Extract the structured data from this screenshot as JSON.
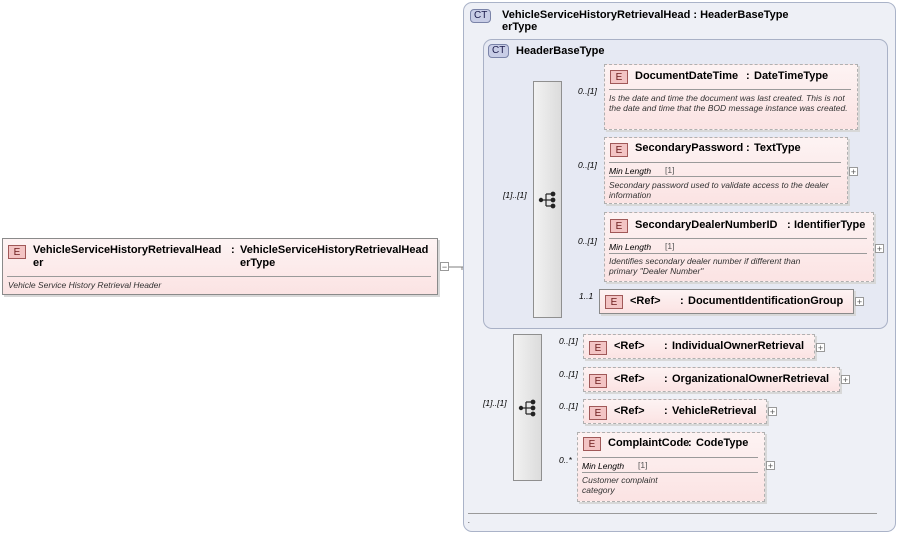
{
  "root": {
    "badge": "E",
    "name": "VehicleServiceHistoryRetrievalHead er",
    "colon": ":",
    "type": "VehicleServiceHistoryRetrievalHead erType",
    "description": "Vehicle Service History Retrieval Header",
    "toggle": "−"
  },
  "outer_type": {
    "badge": "CT",
    "title": "VehicleServiceHistoryRetrievalHead : HeaderBaseType",
    "title_line2": "erType",
    "footer_dot": "."
  },
  "base_type": {
    "badge": "CT",
    "title": "HeaderBaseType",
    "sequence_occurrence": "[1]..[1]",
    "elements": [
      {
        "badge": "E",
        "name": "DocumentDateTime",
        "colon": ":",
        "type": "DateTimeType",
        "occurrence": "0..[1]",
        "description": "Is the date and time the document was last created. This is not the date and time that the BOD message instance was created."
      },
      {
        "badge": "E",
        "name": "SecondaryPassword",
        "colon": ":",
        "type": "TextType",
        "occurrence": "0..[1]",
        "facet_label": "Min Length",
        "facet_value": "[1]",
        "description": "Secondary password used to validate access to the dealer information",
        "plus": "+"
      },
      {
        "badge": "E",
        "name": "SecondaryDealerNumberID",
        "colon": ":",
        "type": "IdentifierType",
        "occurrence": "0..[1]",
        "facet_label": "Min Length",
        "facet_value": "[1]",
        "description": "Identifies secondary dealer number if different than primary \"Dealer Number\"",
        "plus": "+"
      },
      {
        "badge": "E",
        "name": "<Ref>",
        "colon": ":",
        "type": "DocumentIdentificationGroup",
        "occurrence": "1..1",
        "plus": "+"
      }
    ]
  },
  "extension": {
    "sequence_occurrence": "[1]..[1]",
    "elements": [
      {
        "badge": "E",
        "name": "<Ref>",
        "colon": ":",
        "type": "IndividualOwnerRetrieval",
        "occurrence": "0..[1]",
        "plus": "+"
      },
      {
        "badge": "E",
        "name": "<Ref>",
        "colon": ":",
        "type": "OrganizationalOwnerRetrieval",
        "occurrence": "0..[1]",
        "plus": "+"
      },
      {
        "badge": "E",
        "name": "<Ref>",
        "colon": ":",
        "type": "VehicleRetrieval",
        "occurrence": "0..[1]",
        "plus": "+"
      },
      {
        "badge": "E",
        "name": "ComplaintCode",
        "colon": ":",
        "type": "CodeType",
        "occurrence": "0..*",
        "facet_label": "Min Length",
        "facet_value": "[1]",
        "description": "Customer complaint category",
        "plus": "+"
      }
    ]
  }
}
